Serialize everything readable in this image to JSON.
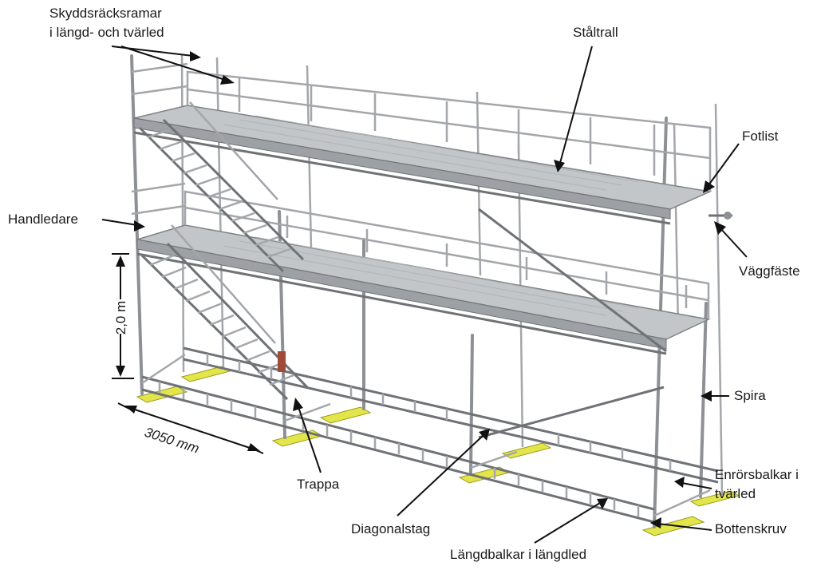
{
  "labels": {
    "guardrail_frames": [
      "Skyddsräcksramar",
      "i längd- och tvärled"
    ],
    "steel_deck": "Ståltrall",
    "toe_board": "Fotlist",
    "handrail": "Handledare",
    "wall_anchor": "Väggfäste",
    "height": "2,0 m",
    "bay_length": "3050 mm",
    "spigot": "Spira",
    "stair": "Trappa",
    "transoms": [
      "Enrörsbalkar i",
      "tvärled"
    ],
    "base_jack": "Bottenskruv",
    "diagonal": "Diagonalstag",
    "ledgers": "Längdbalkar i längdled"
  },
  "colors": {
    "steel": "#8d9094",
    "deck": "#c3c6c9",
    "base_plate": "#e3e64a",
    "text": "#1a1a1a"
  }
}
